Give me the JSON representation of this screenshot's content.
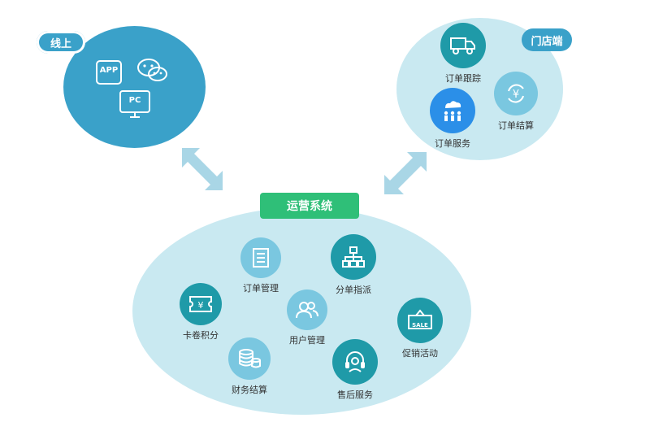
{
  "online": {
    "label": "线上",
    "app_text": "APP",
    "pc_text": "PC"
  },
  "store": {
    "label": "门店端",
    "items": [
      {
        "label": "订单跟踪",
        "icon": "truck-icon"
      },
      {
        "label": "订单结算",
        "icon": "yuan-refresh-icon"
      },
      {
        "label": "订单服务",
        "icon": "people-cloud-icon"
      }
    ]
  },
  "ops": {
    "label": "运营系统",
    "items": [
      {
        "label": "订单管理",
        "icon": "document-icon"
      },
      {
        "label": "分单指派",
        "icon": "hierarchy-icon"
      },
      {
        "label": "卡卷积分",
        "icon": "ticket-icon"
      },
      {
        "label": "用户管理",
        "icon": "users-icon"
      },
      {
        "label": "促销活动",
        "icon": "sale-sign-icon"
      },
      {
        "label": "财务结算",
        "icon": "coins-icon"
      },
      {
        "label": "售后服务",
        "icon": "headset-icon"
      }
    ],
    "sale_text": "SALE",
    "yuan_symbol": "¥"
  },
  "colors": {
    "online_blob": "#3aa1c9",
    "light_blob": "#c9e9f1",
    "teal_icon": "#1f9aa8",
    "blue_icon": "#2b8fe8",
    "light_icon": "#7ac7e0",
    "green_pill": "#2fbf78",
    "arrow": "#a9d6e6"
  }
}
